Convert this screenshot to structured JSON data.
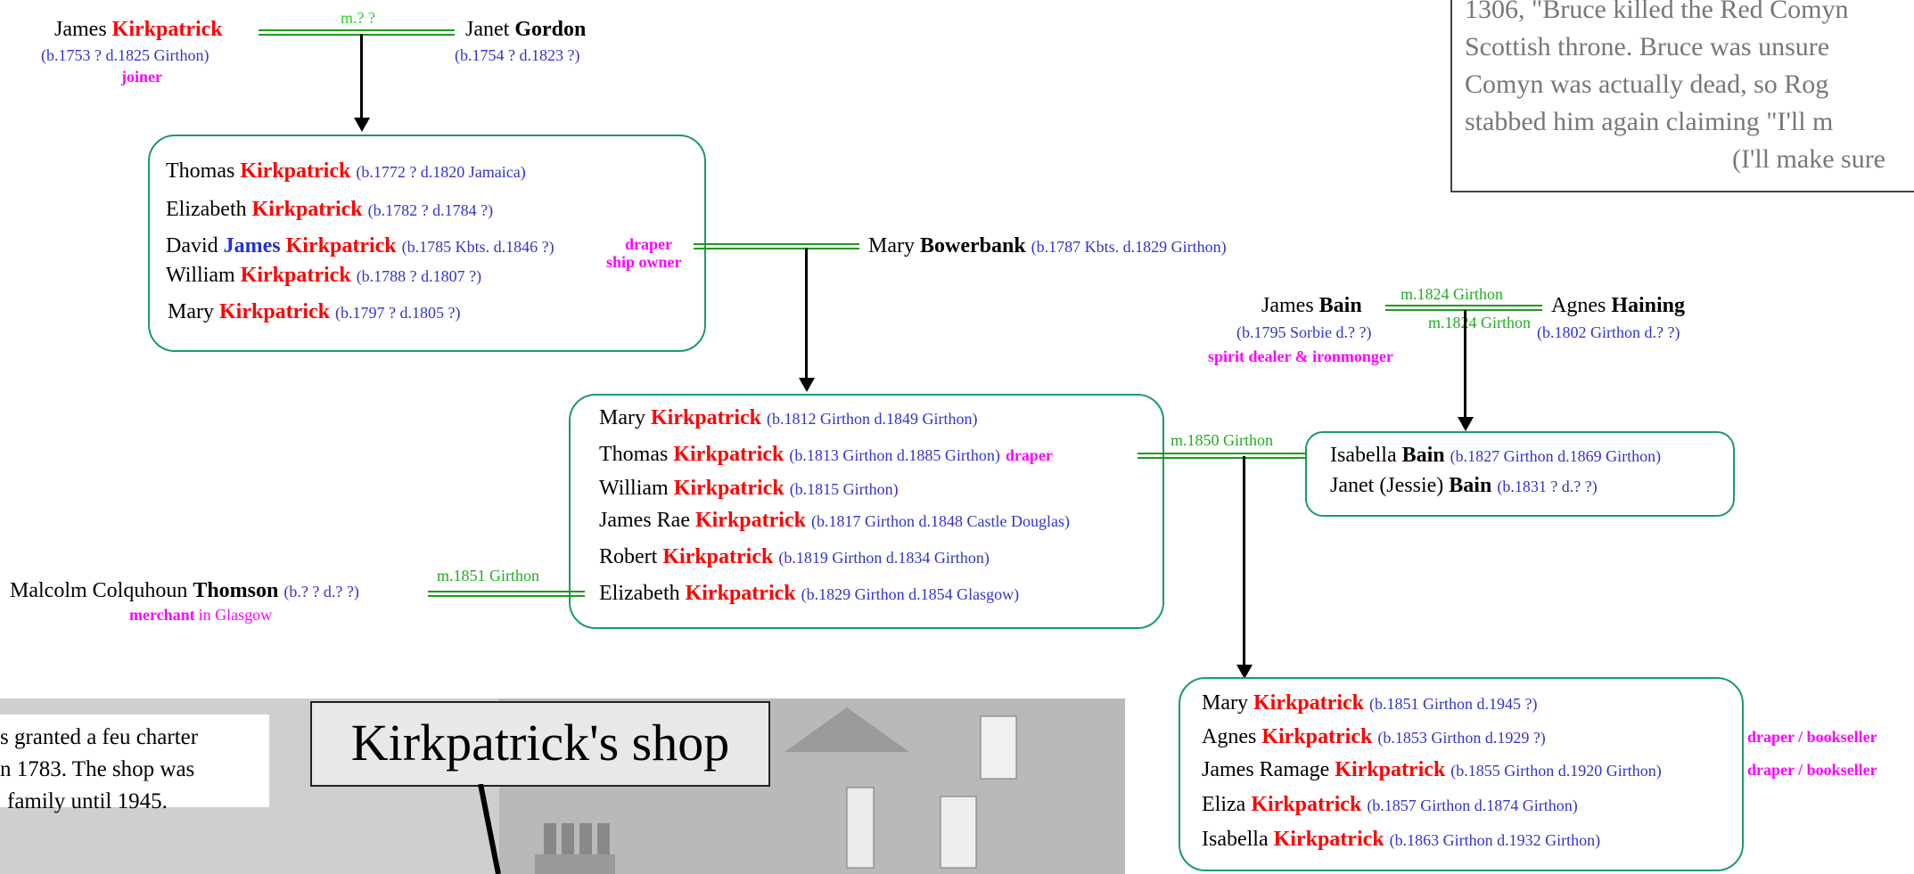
{
  "quote": {
    "lines": [
      "1306, \"Bruce killed the Red Comyn",
      "Scottish throne. Bruce was unsure",
      "Comyn was actually dead, so Rog",
      "stabbed him again claiming \"I'll m",
      "(I'll make sure"
    ]
  },
  "gen1": {
    "husband": {
      "first": "James",
      "surname": "Kirkpatrick",
      "dates": "(b.1753 ?   d.1825 Girthon)",
      "occupation": "joiner"
    },
    "marriage": "m.? ?",
    "wife": {
      "first": "Janet",
      "surname": "Gordon",
      "dates": "(b.1754 ?   d.1823 ?)"
    }
  },
  "gen2": {
    "children": [
      {
        "first": "Thomas",
        "surname": "Kirkpatrick",
        "dates": "(b.1772 ?  d.1820 Jamaica)"
      },
      {
        "first": "Elizabeth",
        "surname": "Kirkpatrick",
        "dates": "(b.1782 ?  d.1784 ?)"
      },
      {
        "first": "David",
        "middle": "James",
        "surname": "Kirkpatrick",
        "dates": "(b.1785 Kbts.  d.1846 ?)",
        "occupation1": "draper",
        "occupation2": "ship owner"
      },
      {
        "first": "William",
        "surname": "Kirkpatrick",
        "dates": "(b.1788 ?  d.1807 ?)"
      },
      {
        "first": "Mary",
        "surname": "Kirkpatrick",
        "dates": "(b.1797 ?  d.1805 ?)"
      }
    ],
    "spouse": {
      "first": "Mary",
      "surname": "Bowerbank",
      "dates": "(b.1787 Kbts.   d.1829 Girthon)"
    }
  },
  "bain": {
    "husband": {
      "first": "James",
      "surname": "Bain",
      "dates": "(b.1795 Sorbie   d.? ?)",
      "occupation": "spirit dealer & ironmonger"
    },
    "marriage": "m.1824 Girthon",
    "marriage_echo": "m.1824 Girthon",
    "wife": {
      "first": "Agnes",
      "surname": "Haining",
      "dates": "(b.1802 Girthon   d.? ?)"
    },
    "children": [
      {
        "first": "Isabella",
        "surname": "Bain",
        "dates": "(b.1827 Girthon   d.1869 Girthon)"
      },
      {
        "first": "Janet (Jessie)",
        "surname": "Bain",
        "dates": "(b.1831  ?   d.? ?)"
      }
    ]
  },
  "gen3": {
    "children": [
      {
        "first": "Mary",
        "surname": "Kirkpatrick",
        "dates": "(b.1812 Girthon  d.1849 Girthon)"
      },
      {
        "first": "Thomas",
        "surname": "Kirkpatrick",
        "dates": "(b.1813 Girthon  d.1885 Girthon)",
        "occupation": "draper"
      },
      {
        "first": "William",
        "surname": "Kirkpatrick",
        "dates": "(b.1815 Girthon)"
      },
      {
        "first": "James Rae",
        "surname": "Kirkpatrick",
        "dates": "(b.1817 Girthon  d.1848 Castle Douglas)"
      },
      {
        "first": "Robert",
        "surname": "Kirkpatrick",
        "dates": "(b.1819 Girthon  d.1834 Girthon)"
      },
      {
        "first": "Elizabeth",
        "surname": "Kirkpatrick",
        "dates": "(b.1829 Girthon  d.1854 Glasgow)"
      }
    ],
    "marriage_thomas": "m.1850 Girthon",
    "marriage_elizabeth": "m.1851 Girthon",
    "thomson": {
      "first": "Malcolm Colquhoun",
      "surname": "Thomson",
      "dates": "(b.?  ?   d.? ?)",
      "occupation": "merchant",
      "place": "in Glasgow"
    }
  },
  "gen4": {
    "children": [
      {
        "first": "Mary",
        "surname": "Kirkpatrick",
        "dates": "(b.1851 Girthon  d.1945 ?)"
      },
      {
        "first": "Agnes",
        "surname": "Kirkpatrick",
        "dates": "(b.1853 Girthon  d.1929 ?)",
        "occupation": "draper / bookseller"
      },
      {
        "first": "James Ramage",
        "surname": "Kirkpatrick",
        "dates": "(b.1855 Girthon  d.1920 Girthon)",
        "occupation": "draper / bookseller"
      },
      {
        "first": "Eliza",
        "surname": "Kirkpatrick",
        "dates": "(b.1857 Girthon  d.1874 Girthon)"
      },
      {
        "first": "Isabella",
        "surname": "Kirkpatrick",
        "dates": "(b.1863 Girthon  d.1932 Girthon)"
      }
    ]
  },
  "photo": {
    "charter_lines": [
      "s granted a feu charter",
      "n 1783. The shop was",
      "family until 1945."
    ],
    "label": "Kirkpatrick's shop"
  },
  "colors": {
    "surname": "#ff0000",
    "dates": "#3333cc",
    "occupation": "#ff00ff",
    "marriage": "#22aa22",
    "box_border": "#1a9a6a"
  }
}
